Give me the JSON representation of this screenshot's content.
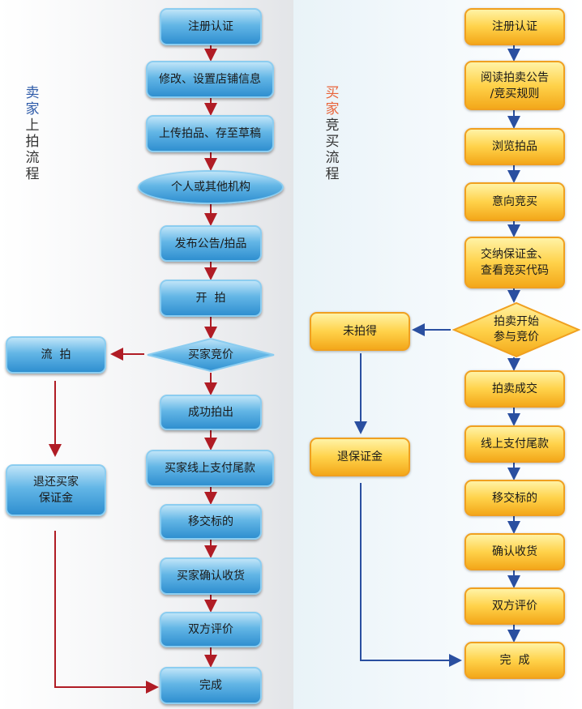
{
  "seller": {
    "title_highlight": "卖家",
    "title_rest": "上拍流程",
    "steps": [
      "注册认证",
      "修改、设置店铺信息",
      "上传拍品、存至草稿",
      "个人或其他机构",
      "发布公告/拍品",
      "开  拍",
      "买家竞价",
      "成功拍出",
      "买家线上支付尾款",
      "移交标的",
      "买家确认收货",
      "双方评价",
      "完成"
    ],
    "branch": [
      "流  拍",
      "退还买家\n保证金"
    ]
  },
  "buyer": {
    "title_highlight": "买家",
    "title_rest": "竞买流程",
    "steps": [
      "注册认证",
      "阅读拍卖公告\n/竞买规则",
      "浏览拍品",
      "意向竞买",
      "交纳保证金、\n查看竞买代码",
      "拍卖开始\n参与竞价",
      "拍卖成交",
      "线上支付尾款",
      "移交标的",
      "确认收货",
      "双方评价",
      "完  成"
    ],
    "branch": [
      "未拍得",
      "退保证金"
    ]
  },
  "colors": {
    "seller_arrow": "#b01c25",
    "buyer_arrow": "#2a4fa0",
    "seller_box": "#4aa6df",
    "buyer_box": "#ffc93a"
  }
}
